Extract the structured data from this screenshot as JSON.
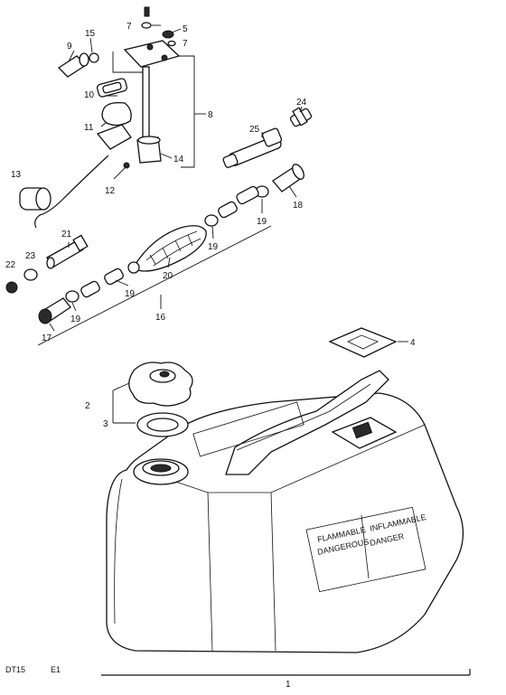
{
  "footer": {
    "model": "DT15",
    "region": "E1"
  },
  "labels": {
    "p1": "1",
    "p2": "2",
    "p3": "3",
    "p4": "4",
    "p5": "5",
    "p7a": "7",
    "p7b": "7",
    "p8": "8",
    "p9": "9",
    "p10": "10",
    "p11": "11",
    "p12": "12",
    "p13": "13",
    "p14": "14",
    "p15": "15",
    "p16": "16",
    "p17": "17",
    "p18": "18",
    "p19a": "19",
    "p19b": "19",
    "p19c": "19",
    "p19d": "19",
    "p20": "20",
    "p21": "21",
    "p22": "22",
    "p23": "23",
    "p24": "24",
    "p25": "25"
  },
  "tank_labels": {
    "right": [
      "FLAMMABLE",
      "DANGEROUS",
      "INFLAMMABLE",
      "DANGER"
    ]
  }
}
